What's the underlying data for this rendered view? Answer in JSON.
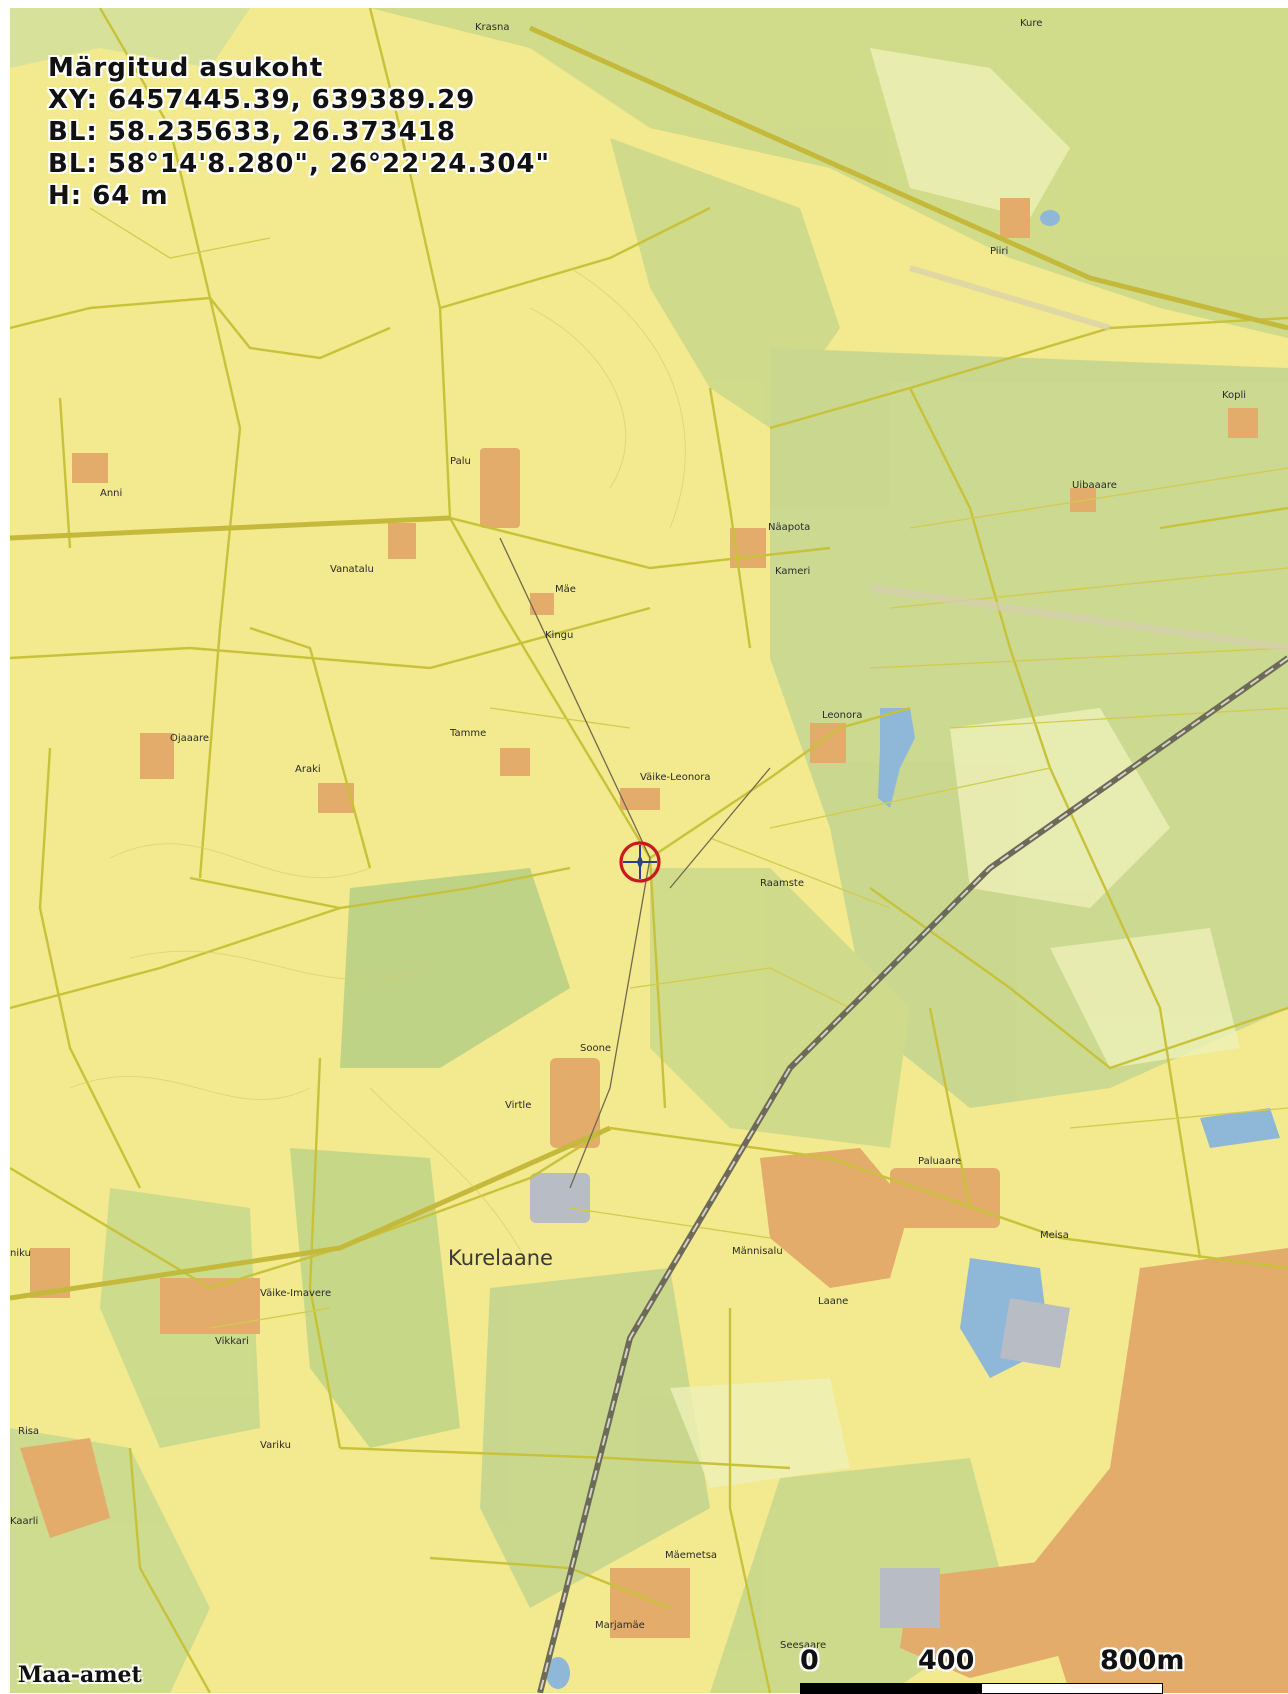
{
  "info": {
    "title": "Märgitud asukoht",
    "xy": "XY: 6457445.39, 639389.29",
    "bl_decimal": "BL: 58.235633, 26.373418",
    "bl_dms": "BL: 58°14'8.280\", 26°22'24.304\"",
    "height": "H: 64 m"
  },
  "credit": "Maa-amet",
  "scale": {
    "zero": "0",
    "mid": "400",
    "end": "800m"
  },
  "places": {
    "krasna": "Krasna",
    "kure": "Kure",
    "piiri": "Piiri",
    "kopli": "Kopli",
    "uibaaare": "Uibaaare",
    "palu": "Palu",
    "anni": "Anni",
    "vanatalu": "Vanatalu",
    "mae": "Mäe",
    "kingu": "Kingu",
    "naapota": "Näapota",
    "kameri": "Kameri",
    "ojaaare": "Ojaaare",
    "tamme": "Tamme",
    "arak": "Araki",
    "leonora": "Leonora",
    "vaike_leonora": "Väike-Leonora",
    "raamste": "Raamste",
    "soone": "Soone",
    "virtle": "Virtle",
    "kurelaane": "Kurelaane",
    "paluaare": "Paluaare",
    "mannisalu": "Männisalu",
    "laane": "Laane",
    "meisa": "Meisa",
    "vaike_imavere": "Väike-Imavere",
    "vikkari": "Vikkari",
    "variku": "Variku",
    "niku": "niku",
    "kaarli": "Kaarli",
    "mae_metsa": "Mäemetsa",
    "marjamae": "Marjamäe",
    "seesaare": "Seesaare",
    "risa": "Risa"
  },
  "colors": {
    "background": "#f3e98e",
    "forest": "#c9d98a",
    "forest_dark": "#b5cf86",
    "parcel_line": "#c8c23a",
    "building": "#e3ac6a",
    "water": "#8fb8d8",
    "railway": "#6e6a5a",
    "marker_ring": "#c8191e",
    "marker_cross": "#2d3f8a"
  }
}
